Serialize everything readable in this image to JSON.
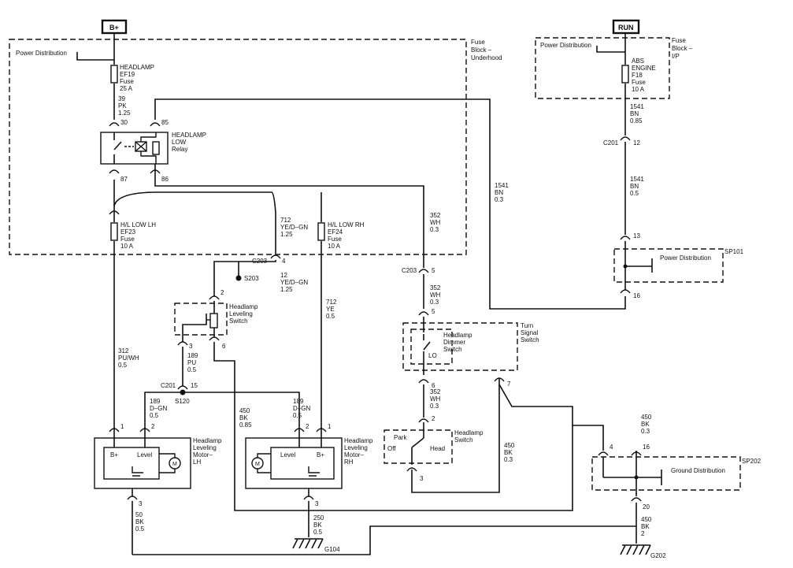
{
  "wires_list": [
    "W1",
    "W2",
    "W3",
    "W4",
    "W5",
    "W6",
    "W7",
    "W8",
    "W9",
    "W10",
    "W11",
    "W12",
    "W13",
    "W14",
    "W15",
    "W16",
    "W17",
    "W18",
    "W19",
    "W20",
    "W21",
    "W22",
    "W23",
    "W24",
    "W25"
  ],
  "sources": {
    "batt": "B+",
    "run": "RUN"
  },
  "boxes": {
    "fuse_block_underhood": [
      "Fuse",
      "Block –",
      "Underhood"
    ],
    "fuse_block_ip": [
      "Fuse",
      "Block –",
      "I/P"
    ],
    "power_distribution": "Power Distribution",
    "sp101": "SP101",
    "sp202": "SP202",
    "ground_distribution": "Ground Distribution",
    "turn_signal_switch": [
      "Turn",
      "Signal",
      "Switch"
    ]
  },
  "components": {
    "headlamp_fuse": [
      "HEADLAMP",
      "EF19",
      "Fuse",
      "25 A"
    ],
    "abs_fuse": [
      "ABS",
      "ENGINE",
      "F18",
      "Fuse",
      "10 A"
    ],
    "relay": [
      "HEADLAMP",
      "LOW",
      "Relay"
    ],
    "hl_low_lh": [
      "H/L LOW LH",
      "EF23",
      "Fuse",
      "10 A"
    ],
    "hl_low_rh": [
      "H/L LOW RH",
      "EF24",
      "Fuse",
      "10 A"
    ],
    "leveling_switch": [
      "Headlamp",
      "Leveling",
      "Switch"
    ],
    "dimmer_switch": [
      "Headlamp",
      "Dimmer",
      "Switch"
    ],
    "dimmer_lo": "LO",
    "headlamp_switch": [
      "Headlamp",
      "Switch"
    ],
    "hs_park": "Park",
    "hs_off": "Off",
    "hs_head": "Head",
    "motor_lh": [
      "Headlamp",
      "Leveling",
      "Motor–",
      "LH"
    ],
    "motor_rh": [
      "Headlamp",
      "Leveling",
      "Motor–",
      "RH"
    ],
    "motor_bplus": "B+",
    "motor_level": "Level",
    "motor_m": "M"
  },
  "connectors": {
    "c201_left": "C201",
    "c201_right": "C201",
    "c203_left": "C203",
    "c203_mid": "C203",
    "s203": "S203",
    "s120": "S120",
    "g104": "G104",
    "g202": "G202"
  },
  "pins": {
    "p30": "30",
    "p85": "85",
    "p87": "87",
    "p86": "86",
    "p12": "12",
    "p13": "13",
    "p16": "16",
    "p4": "4",
    "p5a": "5",
    "p5b": "5",
    "p2a": "2",
    "p3a": "3",
    "p6a": "6",
    "p15": "15",
    "p6b": "6",
    "p2b": "2",
    "p3b": "3",
    "p7": "7",
    "p1lh": "1",
    "p2lh": "2",
    "p3lh": "3",
    "p2rh": "2",
    "p1rh": "1",
    "p3rh": "3",
    "p4g": "4",
    "p16g": "16",
    "p20": "20"
  },
  "wires": {
    "w_39pk": [
      "39",
      "PK",
      "1.25"
    ],
    "w_1541_top": [
      "1541",
      "BN",
      "0.85"
    ],
    "w_1541_mid": [
      "1541",
      "BN",
      "0.5"
    ],
    "w_1541_long": [
      "1541",
      "BN",
      "0.3"
    ],
    "w_352_a": [
      "352",
      "WH",
      "0.3"
    ],
    "w_352_b": [
      "352",
      "WH",
      "0.3"
    ],
    "w_352_c": [
      "352",
      "WH",
      "0.3"
    ],
    "w_712_yedgn": [
      "712",
      "YE/D–GN",
      "1.25"
    ],
    "w_12_yedgn": [
      "12",
      "YE/D–GN",
      "1.25"
    ],
    "w_712_ye": [
      "712",
      "YE",
      "0.5"
    ],
    "w_312": [
      "312",
      "PU/WH",
      "0.5"
    ],
    "w_189_pu": [
      "189",
      "PU",
      "0.5"
    ],
    "w_189_dgn_l": [
      "189",
      "D–GN",
      "0.5"
    ],
    "w_189_dgn_r": [
      "189",
      "D–GN",
      "0.5"
    ],
    "w_450_085": [
      "450",
      "BK",
      "0.85"
    ],
    "w_450_03_sw": [
      "450",
      "BK",
      "0.3"
    ],
    "w_450_03_top": [
      "450",
      "BK",
      "0.3"
    ],
    "w_450_2": [
      "450",
      "BK",
      "2"
    ],
    "w_50": [
      "50",
      "BK",
      "0.5"
    ],
    "w_250": [
      "250",
      "BK",
      "0.5"
    ]
  }
}
